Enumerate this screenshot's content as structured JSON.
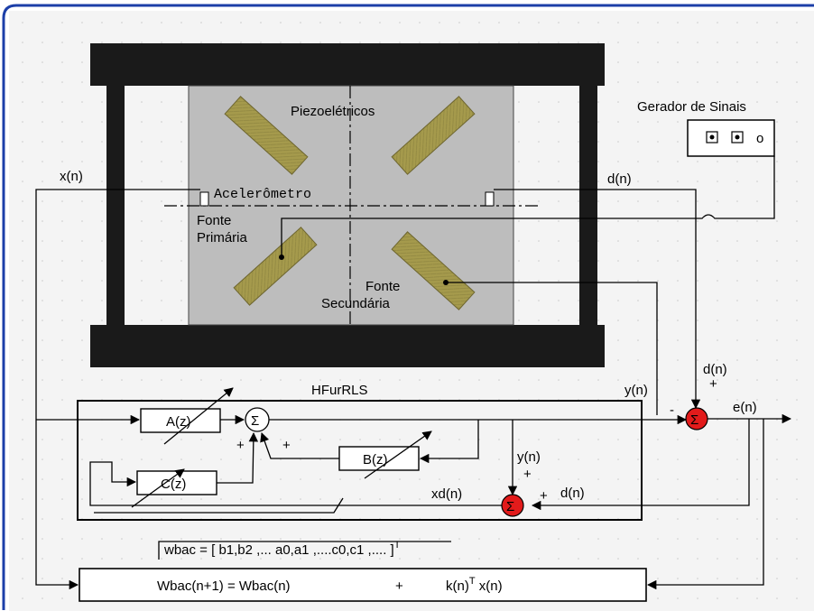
{
  "labels": {
    "piezo": "Piezoelétricos",
    "accel": "Acelerômetro",
    "primary_line1": "Fonte",
    "primary_line2": "Primária",
    "secondary_line1": "Fonte",
    "secondary_line2": "Secundária",
    "generator": "Gerador de Sinais",
    "gen_controls": "o",
    "xn": "x(n)",
    "dn_top": "d(n)",
    "yn_out": "y(n)",
    "dn_right": "d(n)",
    "en": "e(n)",
    "plus": "+",
    "minus": "-",
    "sigma": "Σ",
    "hfur": "HFurRLS",
    "az": "A(z)",
    "bz": "B(z)",
    "cz": "C(z)",
    "yn_inner": "y(n)",
    "dn_inner": "d(n)",
    "xdn": "xd(n)",
    "wbac_vector": "wbac = [ b1,b2 ,... a0,a1 ,....c0,c1 ,.... ]",
    "wbac_vector_sup": "T",
    "update_left": "Wbac(n+1) = Wbac(n)",
    "update_plus": "+",
    "update_right": "k(n)",
    "update_right_sup": "T",
    "update_right_tail": " x(n)"
  },
  "colors": {
    "frame_border": "#1c3fa8",
    "background": "#f4f4f4",
    "structure": "#1a1a1a",
    "plate": "#bdbdbd",
    "piezo": "#a59a4c",
    "summer_red": "#e21b1b"
  }
}
